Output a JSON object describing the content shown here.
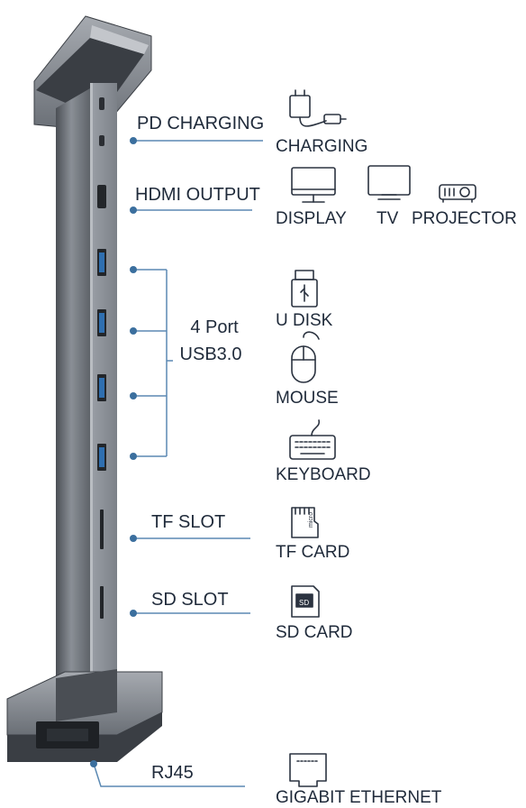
{
  "ports": {
    "pd": "PD CHARGING",
    "hdmi": "HDMI OUTPUT",
    "usb_line1": "4 Port",
    "usb_line2": "USB3.0",
    "tf": "TF SLOT",
    "sd": "SD SLOT",
    "rj45": "RJ45"
  },
  "devices": {
    "charging": "CHARGING",
    "display": "DISPLAY",
    "tv": "TV",
    "projector": "PROJECTOR",
    "udisk": "U DISK",
    "mouse": "MOUSE",
    "keyboard": "KEYBOARD",
    "tfcard": "TF CARD",
    "sdcard": "SD CARD",
    "ethernet": "GIGABIT ETHERNET"
  },
  "tf_card_print": "micro",
  "colors": {
    "line": "#5b89b3",
    "dot": "#3b6f9e",
    "hub_body": "#6c7178",
    "hub_dark": "#3a3e44",
    "usb_blue": "#2f6fb0",
    "text": "#1f2a3a"
  }
}
